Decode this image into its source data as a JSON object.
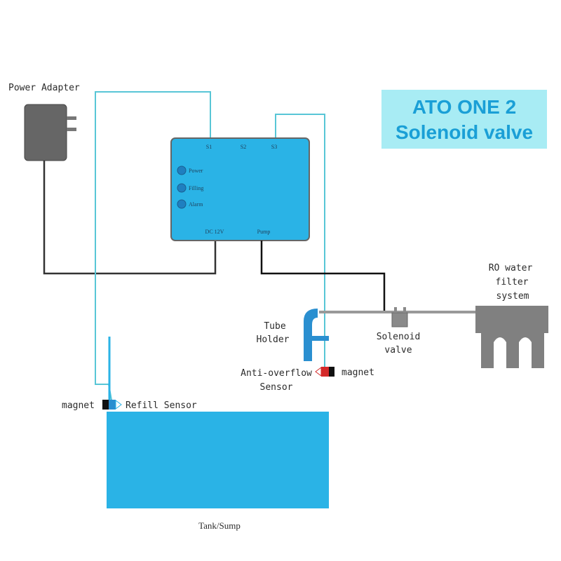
{
  "title": {
    "line1": "ATO ONE 2",
    "line2": "Solenoid valve",
    "bg_color": "#a8ecf4",
    "text_color": "#1a9fd6"
  },
  "labels": {
    "power_adapter": "Power Adapter",
    "ro_line1": "RO water",
    "ro_line2": "filter",
    "ro_line3": "system",
    "tube_holder_line1": "Tube",
    "tube_holder_line2": "Holder",
    "solenoid_line1": "Solenoid",
    "solenoid_line2": "valve",
    "anti_overflow_line1": "Anti-overflow",
    "anti_overflow_line2": "Sensor",
    "magnet_right": "magnet",
    "magnet_left": "magnet",
    "refill_sensor": "Refill Sensor",
    "tank": "Tank/Sump"
  },
  "controller": {
    "ports_top": [
      "S1",
      "S2",
      "S3"
    ],
    "leds": [
      "Power",
      "Filling",
      "Alarm"
    ],
    "port_dc": "DC 12V",
    "port_pump": "Pump"
  },
  "colors": {
    "controller": "#2ab3e6",
    "tank": "#2ab3e6",
    "sensor_wire": "#58c6d6",
    "power_wire": "#333333",
    "adapter": "#666666",
    "ro_filter": "#808080",
    "magnet_red": "#d42a2a",
    "tube_holder": "#2a8fd0"
  }
}
